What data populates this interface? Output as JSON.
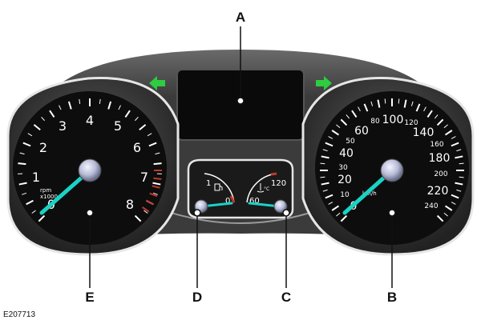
{
  "callouts": {
    "a": "A",
    "b": "B",
    "c": "C",
    "d": "D",
    "e": "E"
  },
  "figure_ref": "E207713",
  "tachometer": {
    "labels": [
      "0",
      "1",
      "2",
      "3",
      "4",
      "5",
      "6",
      "7",
      "8"
    ],
    "unit_top": "rpm",
    "unit_bottom": "x1000"
  },
  "speedometer": {
    "labels_large": [
      "0",
      "20",
      "40",
      "60",
      "100",
      "140",
      "180",
      "220"
    ],
    "labels_small": [
      "10",
      "30",
      "50",
      "80",
      "120",
      "160",
      "200",
      "240"
    ],
    "unit": "km/h"
  },
  "fuel_gauge": {
    "label_max": "1",
    "label_min": "0"
  },
  "temp_gauge": {
    "label_max": "120",
    "label_min": "60",
    "unit": "°C"
  },
  "colors": {
    "indicator_arrow": "#2ecc40",
    "needle": "#19d3c5",
    "redline": "#c0392b",
    "dial_face": "#0d0d0d",
    "bezel": "#3a3a3a"
  },
  "icons": {
    "left_indicator": "arrow-left-icon",
    "right_indicator": "arrow-right-icon",
    "fuel": "fuel-pump-icon",
    "temperature": "coolant-temperature-icon"
  }
}
